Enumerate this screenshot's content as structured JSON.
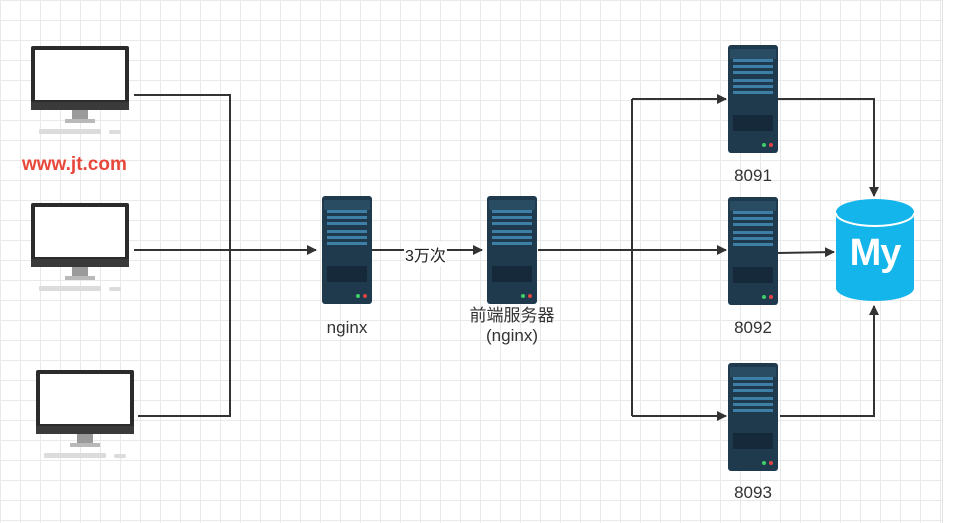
{
  "site_label": "www.jt.com",
  "nginx_label": "nginx",
  "edge_label": "3万次",
  "frontend_label_line1": "前端服务器",
  "frontend_label_line2": "(nginx)",
  "servers": [
    {
      "port": "8091"
    },
    {
      "port": "8092"
    },
    {
      "port": "8093"
    }
  ],
  "database_text": "My",
  "colors": {
    "server_body": "#1f3a4d",
    "server_stripe": "#3d7fa6",
    "line": "#333333",
    "database": "#13b5ea",
    "site_label": "#e8473b"
  }
}
